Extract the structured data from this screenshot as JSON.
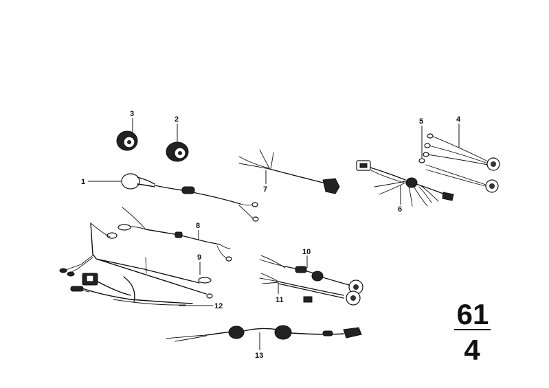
{
  "callouts": [
    "1",
    "2",
    "3",
    "4",
    "5",
    "6",
    "7",
    "8",
    "9",
    "10",
    "11",
    "12",
    "13"
  ],
  "group": {
    "top": "61",
    "bottom": "4"
  },
  "colors": {
    "line": "#111111",
    "background": "#ffffff"
  }
}
